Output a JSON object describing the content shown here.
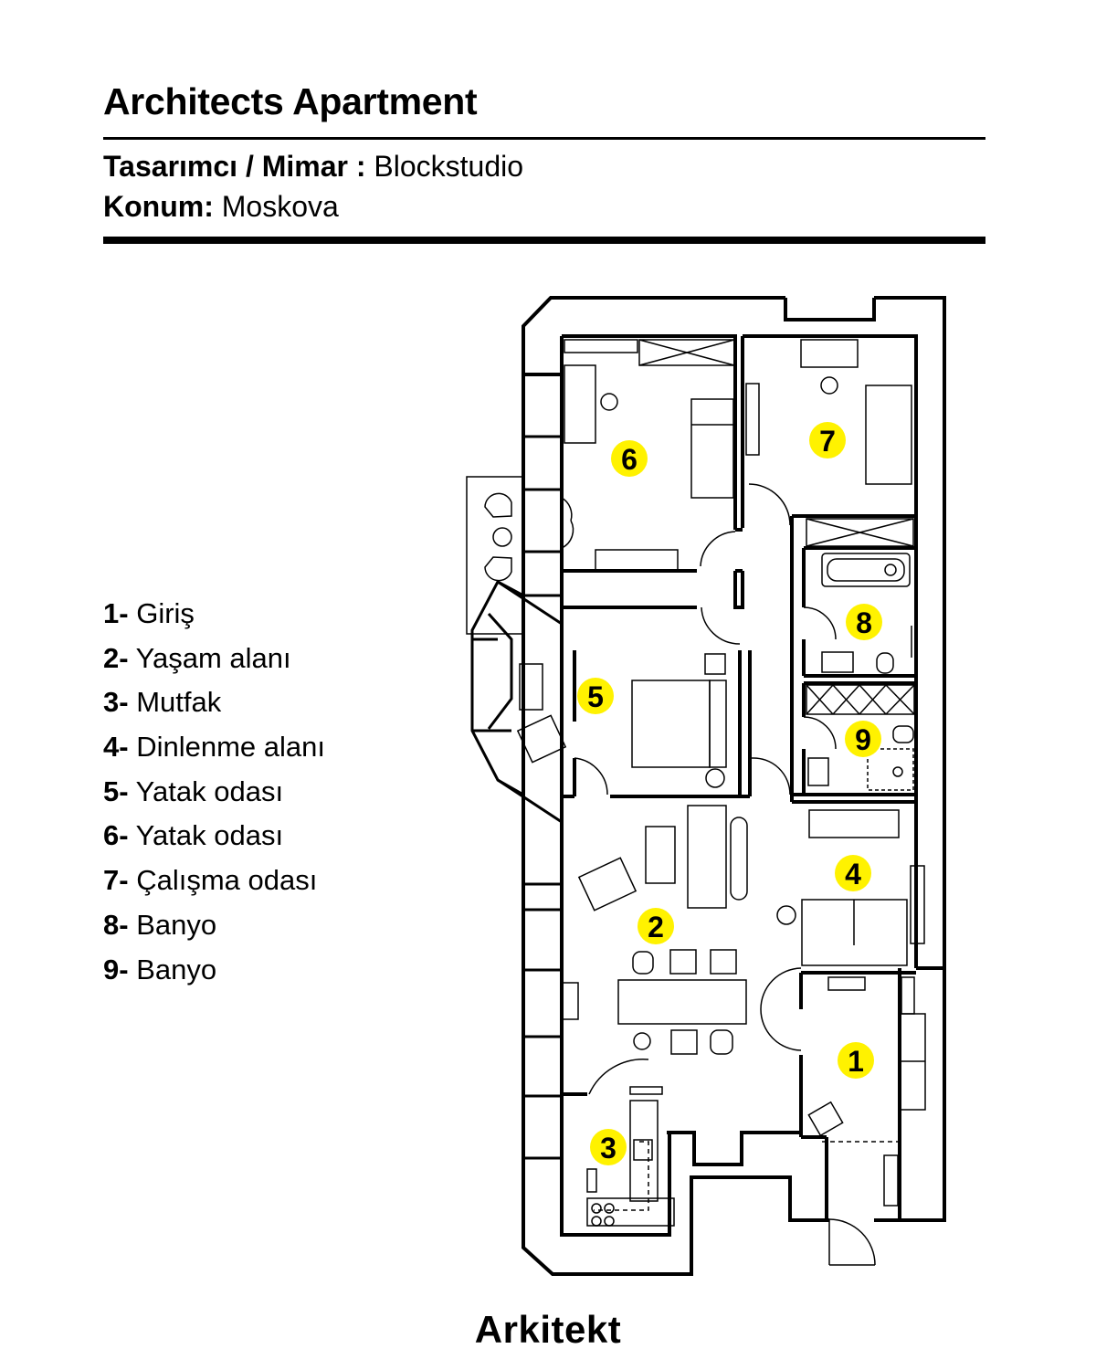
{
  "header": {
    "title": "Architects Apartment",
    "designer_label": "Tasarımcı / Mimar :",
    "designer_value": "Blockstudio",
    "location_label": "Konum:",
    "location_value": "Moskova"
  },
  "legend": [
    {
      "num": "1-",
      "label": "Giriş"
    },
    {
      "num": "2-",
      "label": "Yaşam alanı"
    },
    {
      "num": "3-",
      "label": "Mutfak"
    },
    {
      "num": "4-",
      "label": "Dinlenme alanı"
    },
    {
      "num": "5-",
      "label": "Yatak odası"
    },
    {
      "num": "6-",
      "label": "Yatak odası"
    },
    {
      "num": "7-",
      "label": "Çalışma odası"
    },
    {
      "num": "8-",
      "label": "Banyo"
    },
    {
      "num": "9-",
      "label": "Banyo"
    }
  ],
  "plan": {
    "markers": [
      "1",
      "2",
      "3",
      "4",
      "5",
      "6",
      "7",
      "8",
      "9"
    ],
    "marker_color": "#fff200"
  },
  "brand": "Arkitekt"
}
